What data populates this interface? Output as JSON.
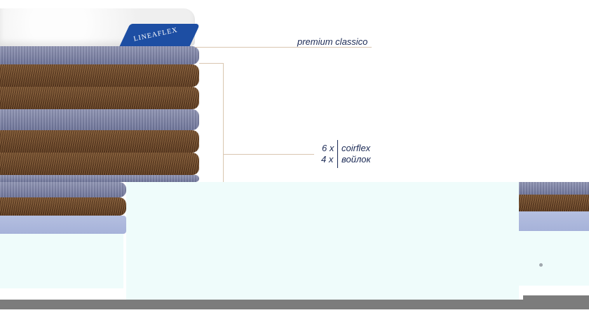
{
  "brand": "LINEAFLEX",
  "cover_label": "premium classico",
  "layers": {
    "coir": {
      "count": "6 x",
      "name": "coirflex"
    },
    "felt": {
      "count": "4 x",
      "name": "войлок"
    }
  },
  "colors": {
    "label_text": "#1b2a55",
    "leader_line": "#d9c6b0",
    "cover_band": "#1d4ea3",
    "overlay_cyan": "#effcfb",
    "gray_band": "#7c7c7c"
  }
}
